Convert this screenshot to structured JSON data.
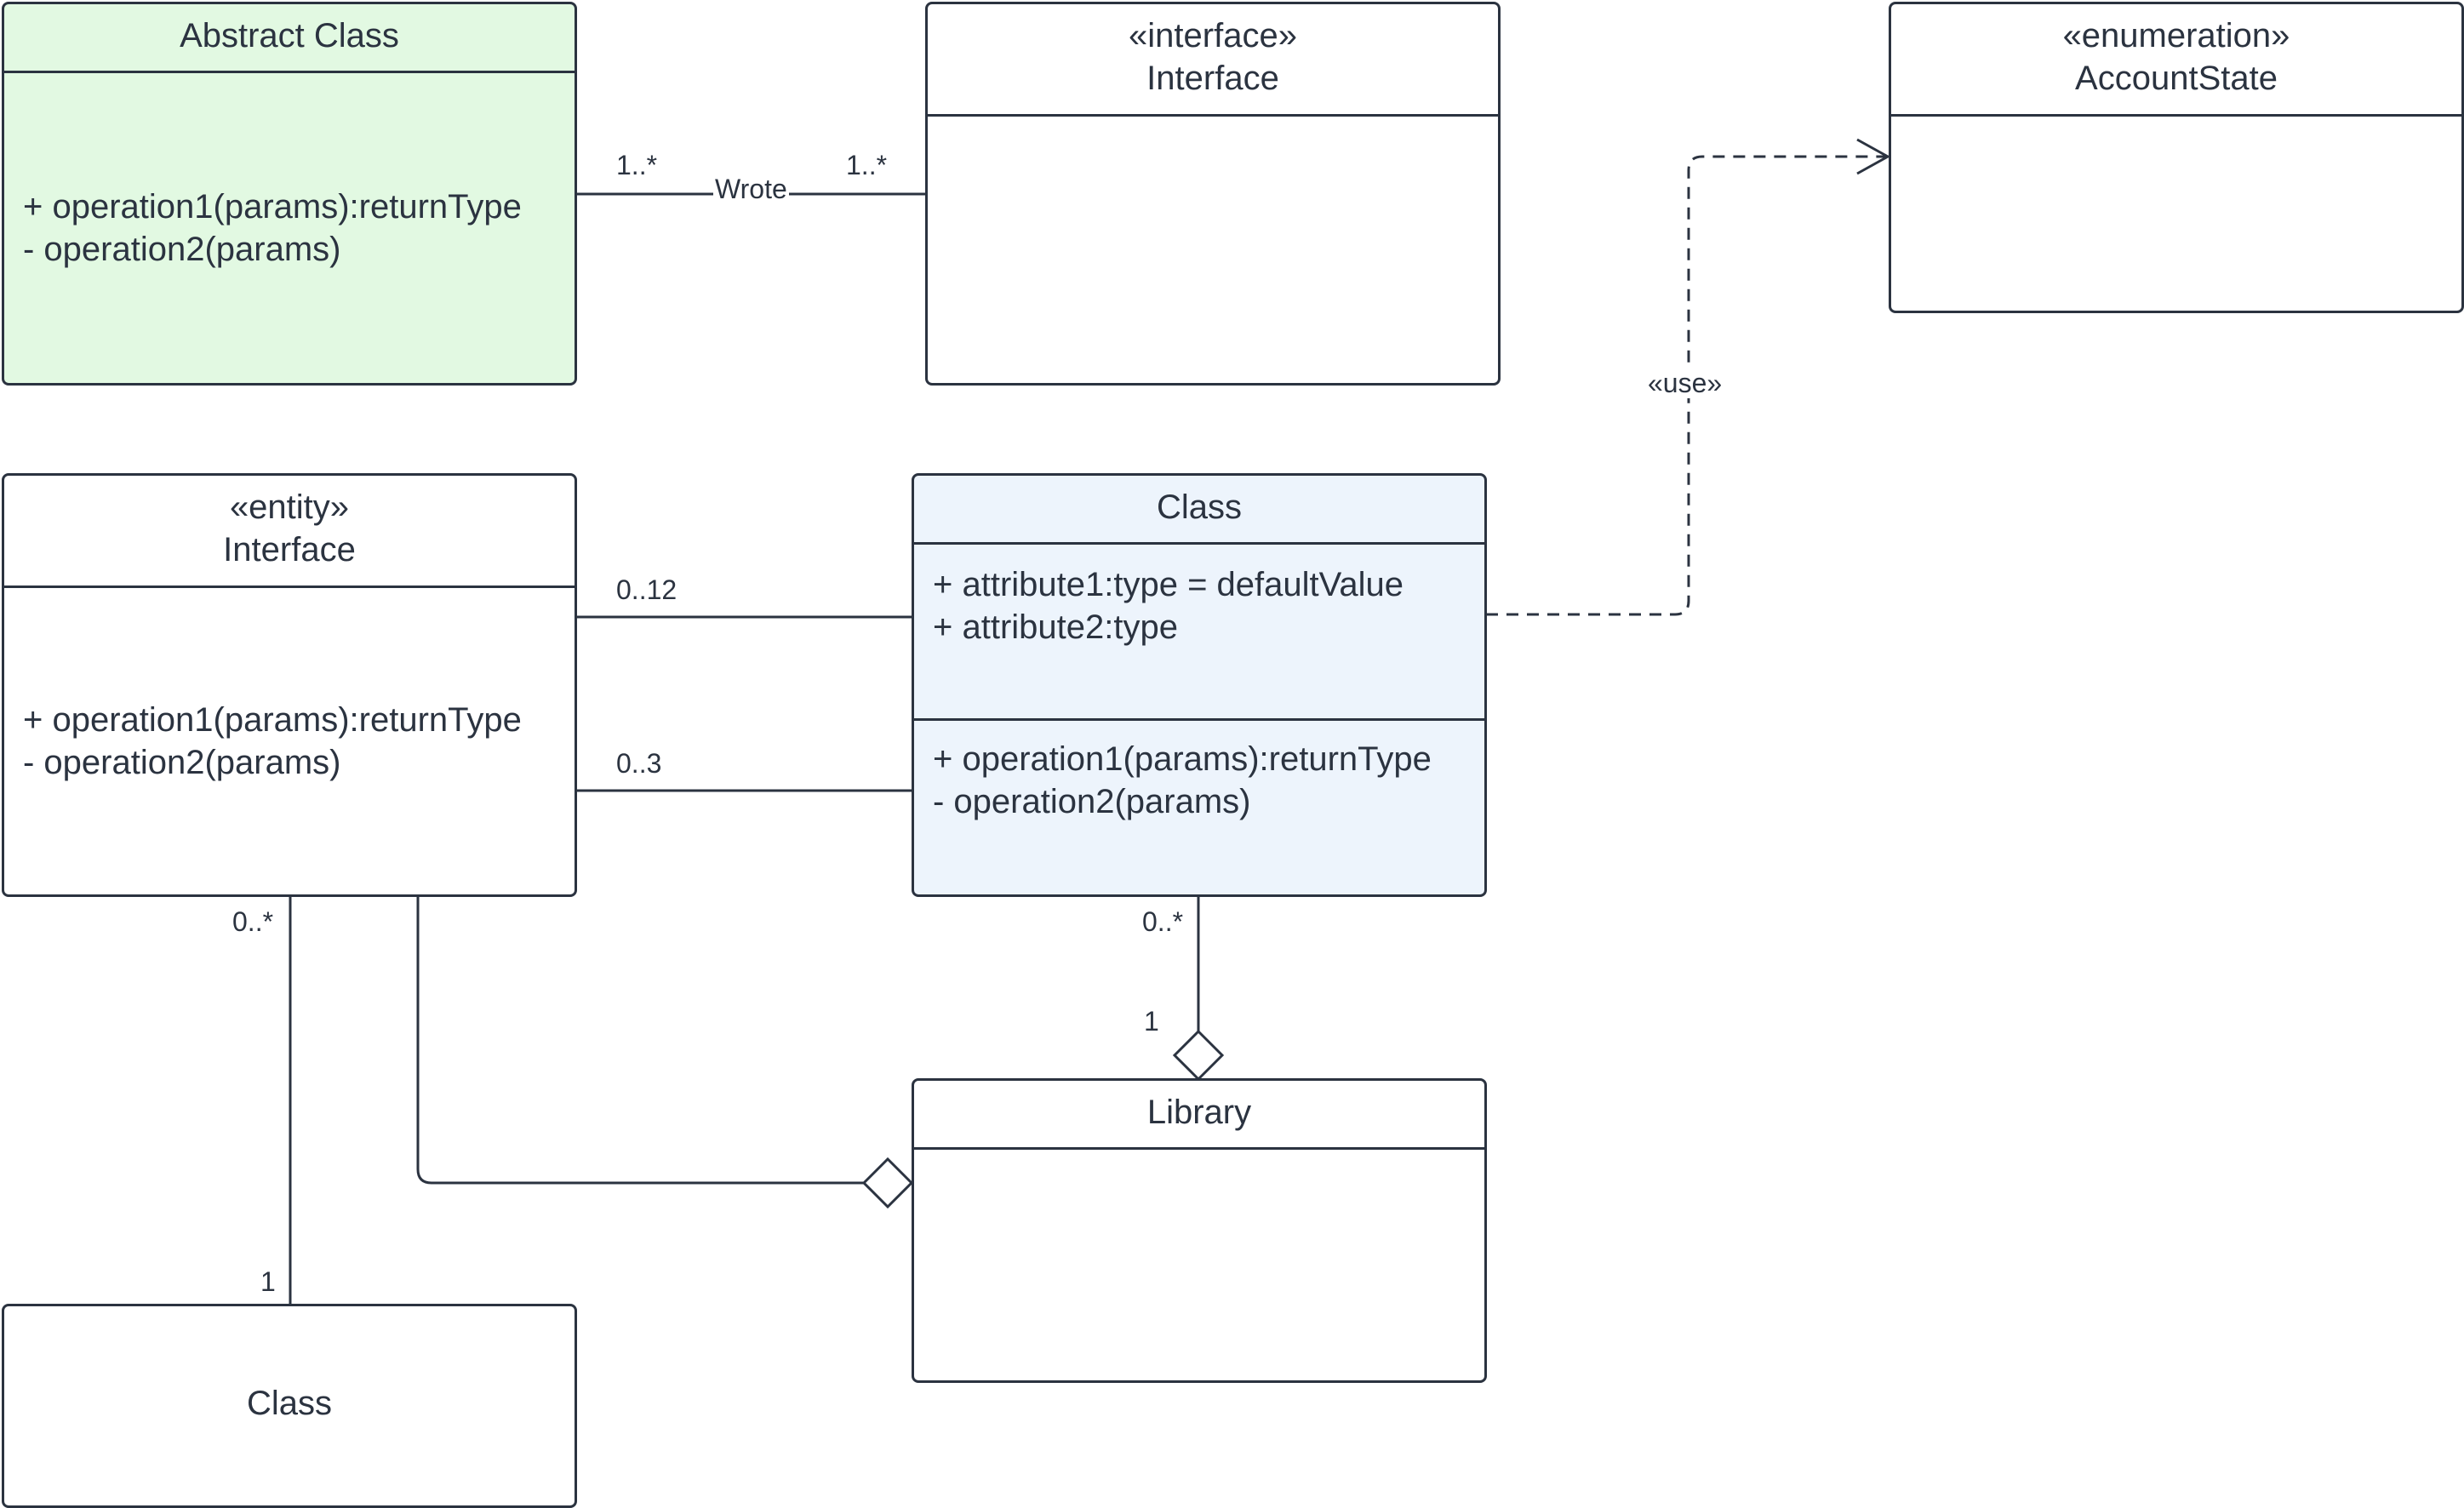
{
  "classes": {
    "abstract": {
      "name": "Abstract Class",
      "operations": [
        "+ operation1(params):returnType",
        "- operation2(params)"
      ],
      "fill": "#e2f9e2"
    },
    "interface": {
      "stereotype": "«interface»",
      "name": "Interface"
    },
    "enumeration": {
      "stereotype": "«enumeration»",
      "name": "AccountState"
    },
    "entity": {
      "stereotype": "«entity»",
      "name": "Interface",
      "operations": [
        "+ operation1(params):returnType",
        "- operation2(params)"
      ]
    },
    "main_class": {
      "name": "Class",
      "attributes": [
        "+ attribute1:type = defaultValue",
        "+ attribute2:type"
      ],
      "operations": [
        "+ operation1(params):returnType",
        "- operation2(params)"
      ],
      "fill": "#edf4fc"
    },
    "library": {
      "name": "Library"
    },
    "bottom_class": {
      "name": "Class"
    }
  },
  "relationships": {
    "wrote": {
      "label": "Wrote",
      "source_multiplicity": "1..*",
      "target_multiplicity": "1..*"
    },
    "uses": {
      "label": "«use»"
    },
    "entity_class_top": {
      "multiplicity": "0..12"
    },
    "entity_class_bottom": {
      "multiplicity": "0..3"
    },
    "class_library": {
      "class_multiplicity": "0..*",
      "library_multiplicity": "1"
    },
    "entity_bottom_class": {
      "entity_multiplicity": "0..*",
      "class_multiplicity": "1"
    }
  },
  "colors": {
    "stroke": "#2b3340",
    "abstract_fill": "#e2f9e2",
    "class_fill": "#edf4fc"
  }
}
